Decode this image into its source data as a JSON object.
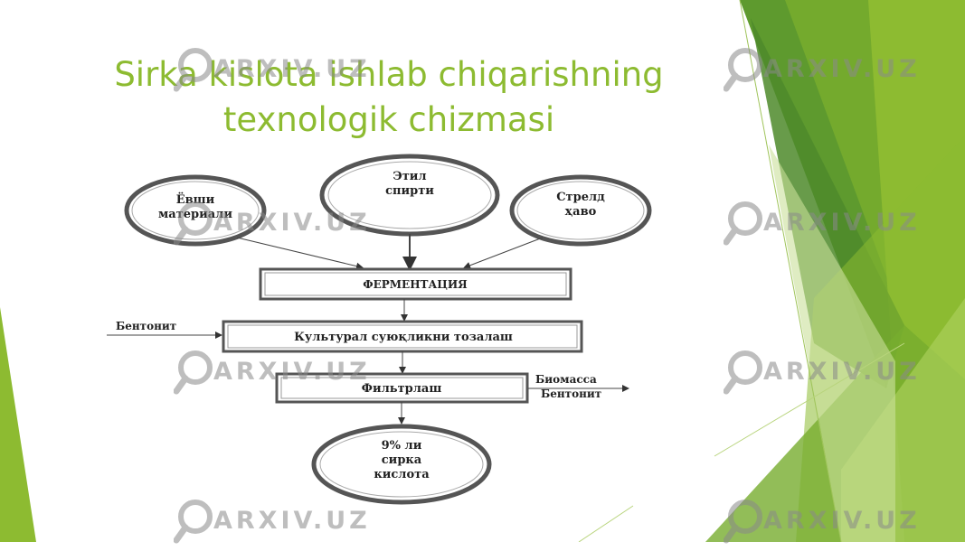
{
  "title": {
    "line1": "Sirka kislota ishlab chiqarishning",
    "line2": "texnologik chizmasi"
  },
  "diagram": {
    "inputs": [
      {
        "line1": "Ёвши",
        "line2": "материали"
      },
      {
        "line1": "Этил",
        "line2": "спирти"
      },
      {
        "line1": "Стрелд",
        "line2": "ҳаво"
      }
    ],
    "steps": [
      "ФЕРМЕНТАЦИЯ",
      "Культурал суюқликни тозалаш",
      "Фильтрлаш"
    ],
    "side_input": "Бентонит",
    "side_outputs": [
      "Биомасса",
      "Бентонит"
    ],
    "product": {
      "line1": "9% ли",
      "line2": "сирка",
      "line3": "кислота"
    }
  },
  "watermark": {
    "text": "ARXIV.UZ"
  },
  "colors": {
    "title": "#8dbb31",
    "green_dark": "#4e8a2a",
    "green_mid": "#77ac2e",
    "green_light": "#a9cf5a",
    "green_pale": "#c9e09a"
  }
}
